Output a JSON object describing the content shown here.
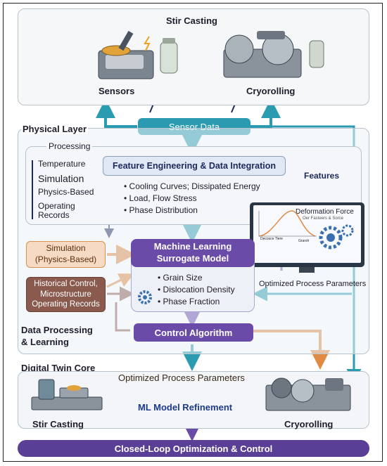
{
  "stir_casting": {
    "title": "Stir Casting",
    "sensors": "Sensors",
    "cryorolling": "Cryorolling"
  },
  "sensor_data": "Sensor Data",
  "physical_layer": {
    "title": "Physical Layer",
    "processing": "Processing",
    "inputs": [
      "Temperature",
      "Simulation",
      "Physics-Based",
      "Operating",
      "Records"
    ],
    "feature_box": "Feature Engineering & Data Integration",
    "feature_bullets": [
      "Cooling Curves; Dissipated Energy",
      "Load, Flow Stress",
      "Phase Distribution"
    ],
    "features_label": "Features"
  },
  "monitor": {
    "title": "Deformation Force",
    "subtitle": "Oer Fasteers & Sorce",
    "label_left": "Decosce Tiere",
    "label_right": "Grarsh"
  },
  "ml": {
    "simulation_box": [
      "Simulation",
      "(Physics-Based)"
    ],
    "historical_box": [
      "Historical Control,",
      "Microstructure",
      "Operating Records"
    ],
    "model_title": [
      "Machine Learning",
      "Surrogate Model"
    ],
    "model_bullets": [
      "Grain Size",
      "Dislocation Density",
      "Phase Fraction"
    ],
    "optimized_right": "Optimized Process Parameters",
    "control_algorithm": "Control Algorithm",
    "section_label": [
      "Data Processing",
      "& Learning"
    ]
  },
  "digital_twin": {
    "title": "Digital Twin Core",
    "optimized": "Optimized Process Parameters",
    "refinement": "ML Model Refinement",
    "stir_casting": "Stir Casting",
    "cryorolling": "Cryorolling"
  },
  "footer": "Closed-Loop Optimization & Control",
  "colors": {
    "teal": "#2a9bb0",
    "purple": "#6a4ba8",
    "orange": "#e08a44",
    "brown": "#8a5a4e",
    "navy": "#1d2a5c"
  }
}
